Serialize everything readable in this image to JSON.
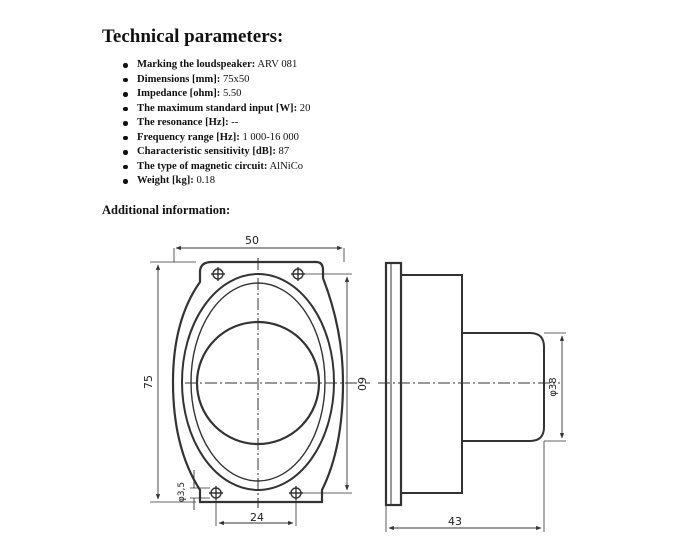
{
  "heading": "Technical parameters:",
  "parameters": [
    {
      "label": "Marking the loudspeaker:",
      "value": "ARV 081"
    },
    {
      "label": "Dimensions [mm]:",
      "value": "75x50"
    },
    {
      "label": "Impedance [ohm]:",
      "value": "5.50"
    },
    {
      "label": "The maximum standard input [W]:",
      "value": "20"
    },
    {
      "label": "The resonance [Hz]:",
      "value": "--"
    },
    {
      "label": "Frequency range [Hz]:",
      "value": "1 000-16 000"
    },
    {
      "label": "Characteristic sensitivity [dB]:",
      "value": "87"
    },
    {
      "label": "The type of magnetic circuit:",
      "value": "AlNiCo"
    },
    {
      "label": "Weight [kg]:",
      "value": "0.18"
    }
  ],
  "additional_heading": "Additional information:",
  "drawing_dimensions": {
    "width": "50",
    "height": "75",
    "hole_spacing": "60",
    "hole_offset": "24",
    "hole_diameter": "φ3,5",
    "depth": "43",
    "magnet_diameter": "φ38"
  }
}
